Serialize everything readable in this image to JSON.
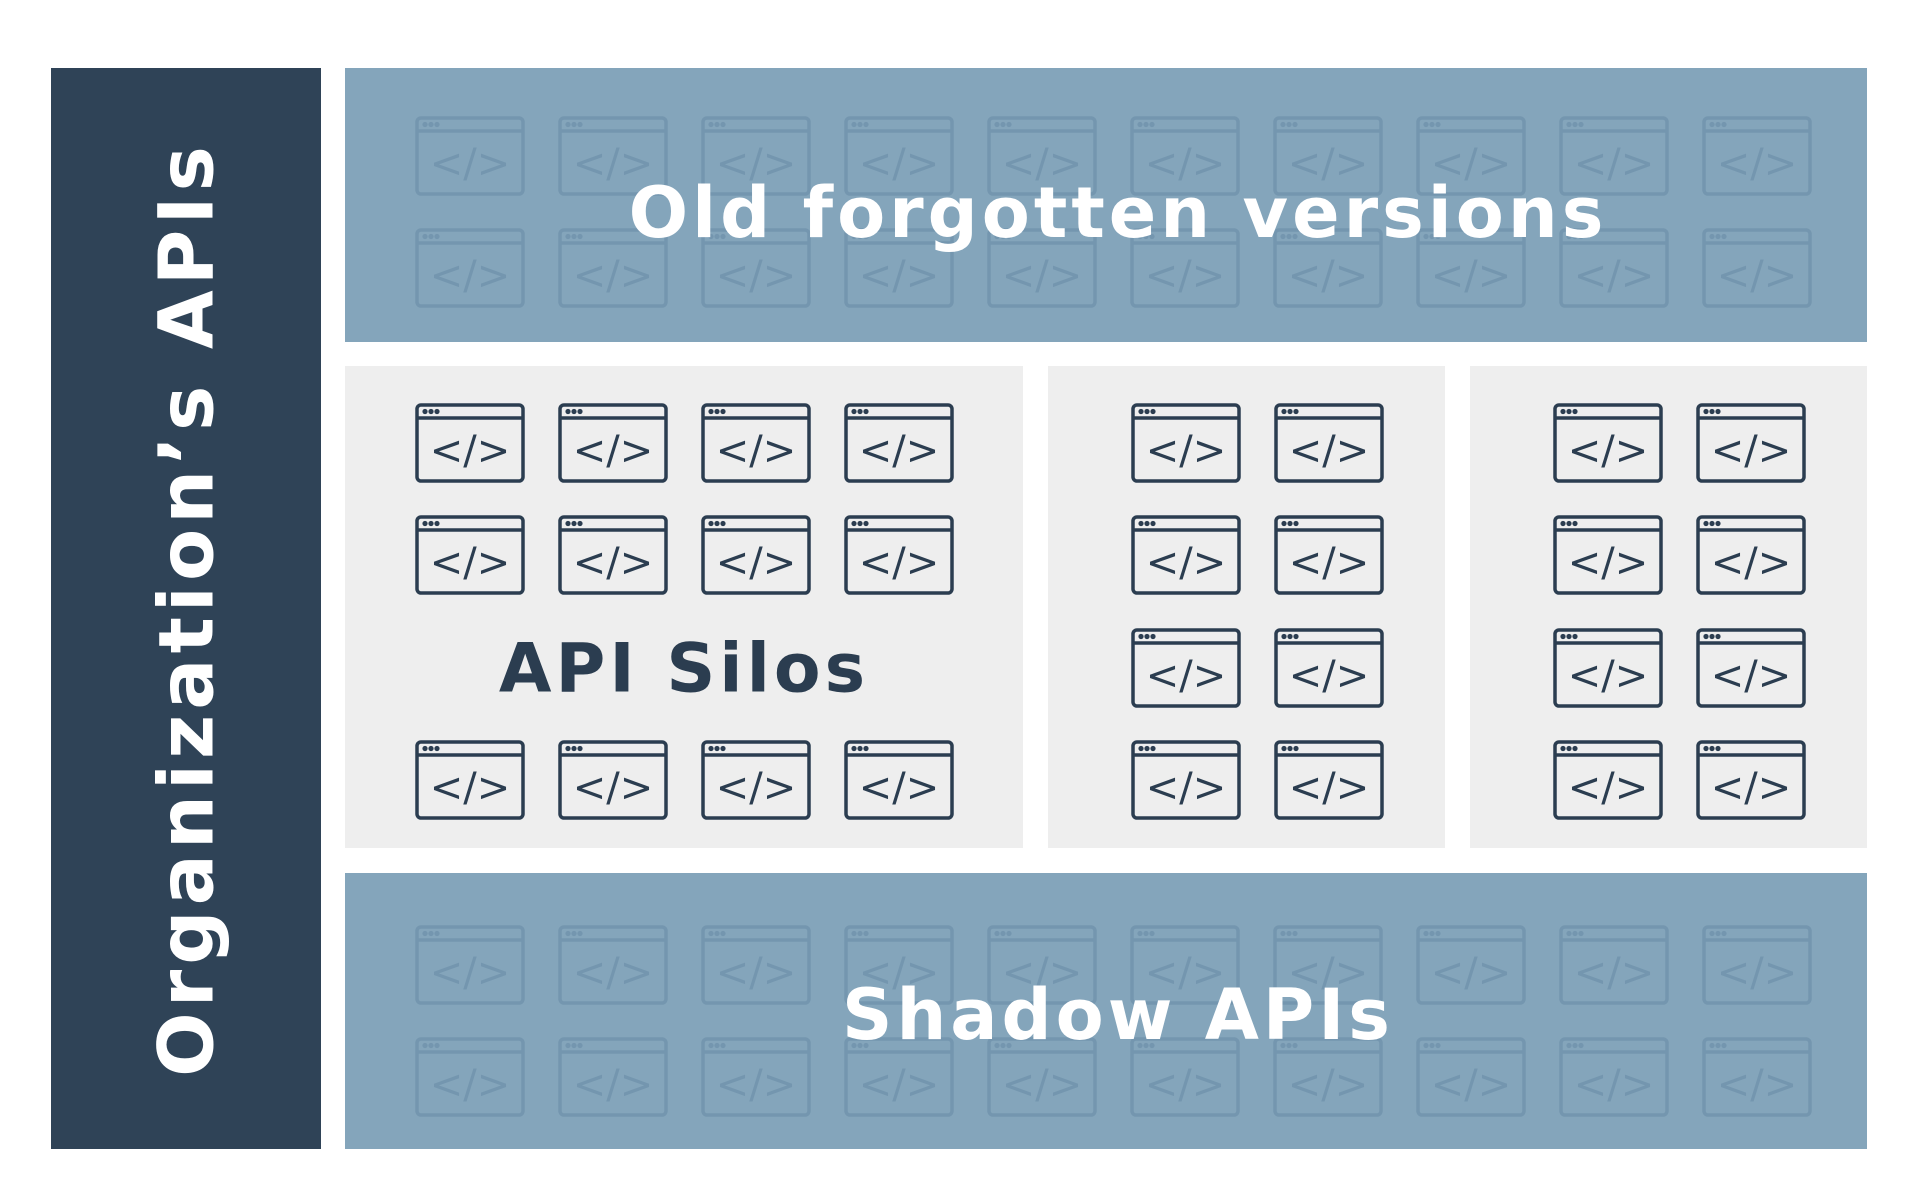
{
  "sidebar": {
    "title": "Organization’s APIs",
    "color": "#2f4357"
  },
  "top_band": {
    "label": "Old forgotten versions",
    "color": "#84a5bb"
  },
  "silos": {
    "label": "API Silos",
    "color": "#eeeeee"
  },
  "bottom_band": {
    "label": "Shadow APIs",
    "color": "#84a5bb"
  },
  "icon": {
    "name": "code-window-icon",
    "glyph": "</>"
  },
  "colors": {
    "icon_dark": "#2b3d50",
    "icon_faded": "#6f92ab",
    "label_light": "#ffffff",
    "label_dark": "#2b3d50"
  }
}
